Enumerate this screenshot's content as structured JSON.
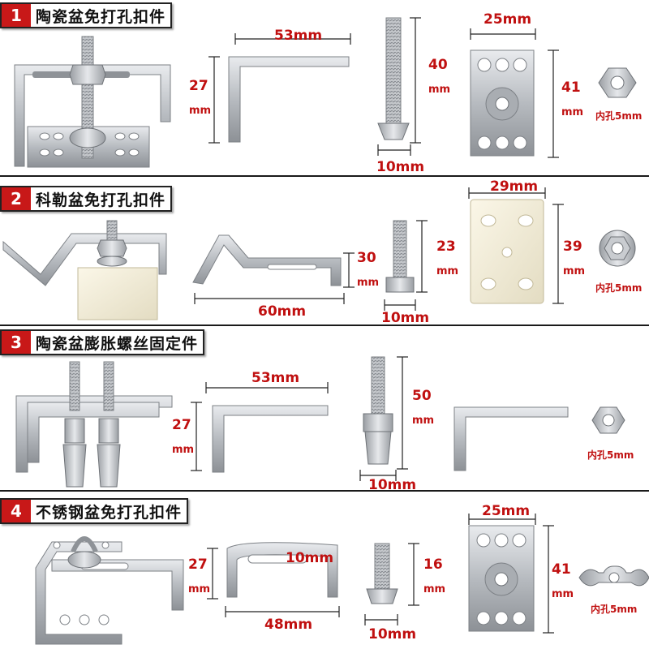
{
  "sections": [
    {
      "number": "1",
      "title": "陶瓷盆免打孔扣件",
      "dims": {
        "bracket_height_value": "27",
        "bracket_height_unit": "mm",
        "bracket_width": "53mm",
        "screw_length_value": "40",
        "screw_length_unit": "mm",
        "screw_head": "10mm",
        "plate_width": "25mm",
        "plate_height_value": "41",
        "plate_height_unit": "mm",
        "nut_hole": "内孔5mm"
      }
    },
    {
      "number": "2",
      "title": "科勒盆免打孔扣件",
      "dims": {
        "bracket_height_value": "30",
        "bracket_height_unit": "mm",
        "bracket_width": "60mm",
        "screw_length_value": "23",
        "screw_length_unit": "mm",
        "screw_head": "10mm",
        "plate_width": "29mm",
        "plate_height_value": "39",
        "plate_height_unit": "mm",
        "nut_hole": "内孔5mm"
      }
    },
    {
      "number": "3",
      "title": "陶瓷盆膨胀螺丝固定件",
      "dims": {
        "bracket_height_value": "27",
        "bracket_height_unit": "mm",
        "bracket_width": "53mm",
        "screw_length_value": "50",
        "screw_length_unit": "mm",
        "screw_head": "10mm",
        "nut_hole": "内孔5mm"
      }
    },
    {
      "number": "4",
      "title": "不锈钢盆免打孔扣件",
      "dims": {
        "bracket_height_value": "27",
        "bracket_height_unit": "mm",
        "slot_width": "10mm",
        "bracket_width": "48mm",
        "screw_length_value": "16",
        "screw_length_unit": "mm",
        "screw_head": "10mm",
        "plate_width": "25mm",
        "plate_height_value": "41",
        "plate_height_unit": "mm",
        "nut_hole": "内孔5mm"
      }
    }
  ],
  "colors": {
    "accent_red": "#c81818",
    "dimension_red": "#c01010",
    "steel": "#b9bcc0",
    "nylon": "#f2ecd6"
  }
}
